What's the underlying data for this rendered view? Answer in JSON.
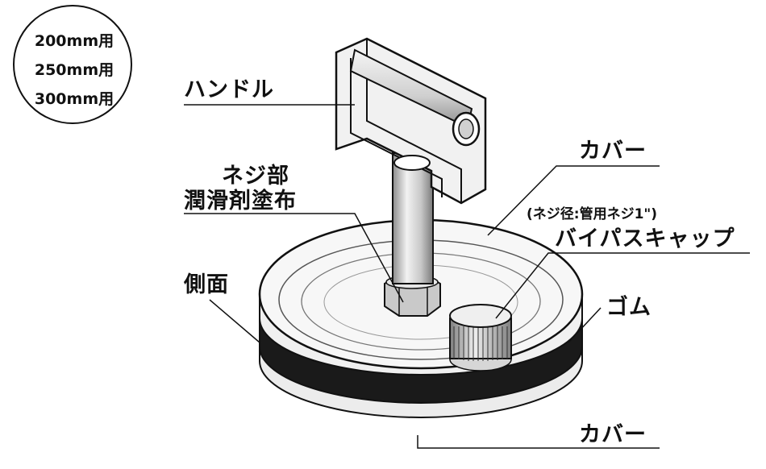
{
  "sizes": [
    "200mm用",
    "250mm用",
    "300mm用"
  ],
  "labels": {
    "handle": "ハンドル",
    "screw_line1": "ネジ部",
    "screw_line2": "潤滑剤塗布",
    "cover_top": "カバー",
    "thread_note": "(ネジ径:管用ネジ1\")",
    "bypass_cap": "バイパスキャップ",
    "side": "側面",
    "rubber": "ゴム",
    "cover_bottom": "カバー"
  },
  "colors": {
    "line": "#111111",
    "rubber_band": "#1a1a1a",
    "metal_light": "#f4f4f4",
    "metal_mid": "#d9d9d9",
    "metal_dark": "#9a9a9a"
  }
}
